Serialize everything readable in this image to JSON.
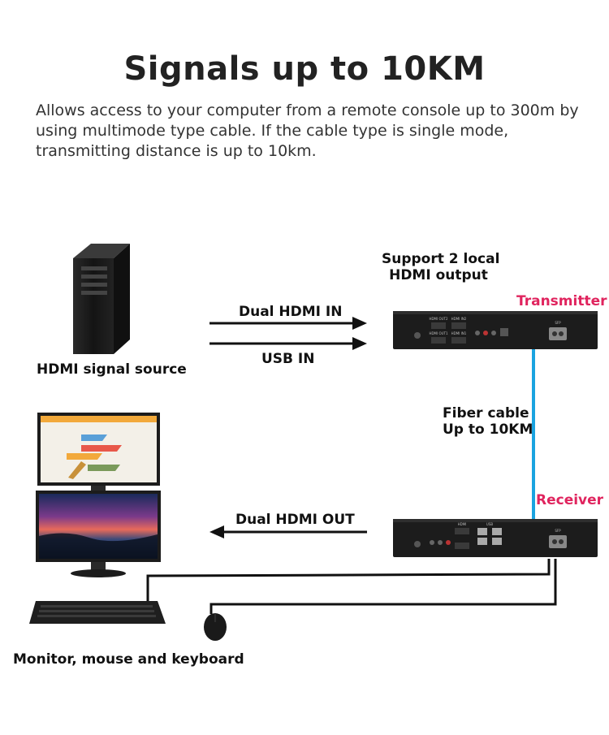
{
  "header": {
    "title": "Signals up to 10KM",
    "description": "Allows access to your computer from a remote console up to 300m by using multimode type cable. If the cable type is single mode, transmitting distance is up to 10km."
  },
  "labels": {
    "support_line1": "Support 2 local",
    "support_line2": "HDMI output",
    "transmitter": "Transmitter",
    "receiver": "Receiver",
    "dual_hdmi_in": "Dual HDMI IN",
    "usb_in": "USB IN",
    "hdmi_source": "HDMI signal source",
    "fiber_line1": "Fiber cable",
    "fiber_line2": "Up to 10KM",
    "dual_hdmi_out": "Dual HDMI OUT",
    "peripherals": "Monitor, mouse and keyboard"
  },
  "device_ports": {
    "tx_hdmi_out2": "HDMI OUT2",
    "tx_hdmi_in2": "HDMI IN2",
    "tx_hdmi_out1": "HDMI OUT1",
    "tx_hdmi_in1": "HDMI IN1",
    "rx_hdmi": "HDMI",
    "rx_usb": "USB",
    "tx_sfp": "SFP",
    "rx_sfp": "SFP"
  },
  "colors": {
    "accent_pink": "#e0245e",
    "fiber_blue": "#1aa3e0",
    "device_black": "#1c1c1c"
  }
}
